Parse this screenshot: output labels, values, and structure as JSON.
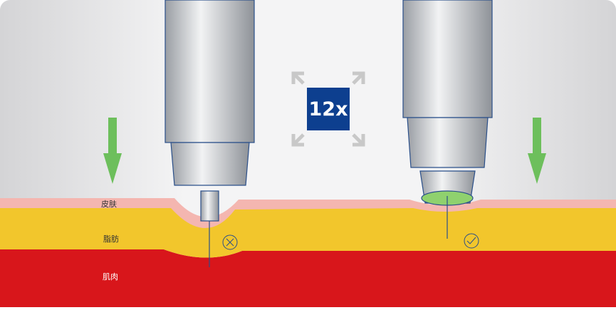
{
  "magnification_label": "12x",
  "layers": {
    "skin": "皮肤",
    "fat": "脂肪",
    "muscle": "肌肉"
  },
  "colors": {
    "badge": "#0d3f8f",
    "arrow": "#6dbf5c",
    "fat": "#f2c62c",
    "muscle": "#d8161b",
    "skin": "#f4b6b0"
  }
}
